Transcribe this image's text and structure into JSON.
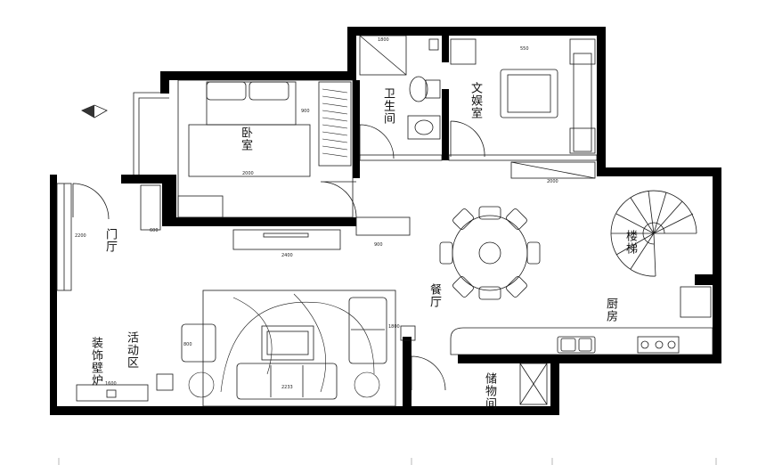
{
  "rooms": {
    "bedroom": "卧室",
    "bathroom": "卫生间",
    "study": "文娱室",
    "foyer": "门厅",
    "activity": "活动区",
    "fireplace": "装饰壁炉",
    "dining": "餐厅",
    "kitchen": "厨房",
    "stairs": "楼梯",
    "storage": "储物间"
  },
  "dimensions": {
    "bed_width": "2000",
    "wardrobe": "900",
    "bath_top": "1800",
    "study_w": "550",
    "study_desk": "2000",
    "tv_wall": "2400",
    "foyer_cab": "900",
    "foyer_len": "2200",
    "sofa_len": "2233",
    "fireplace_len": "1600",
    "side_table": "600",
    "armchair": "800",
    "sofa_right": "1800"
  },
  "colors": {
    "wall": "#000000",
    "line": "#1a1a1a"
  }
}
